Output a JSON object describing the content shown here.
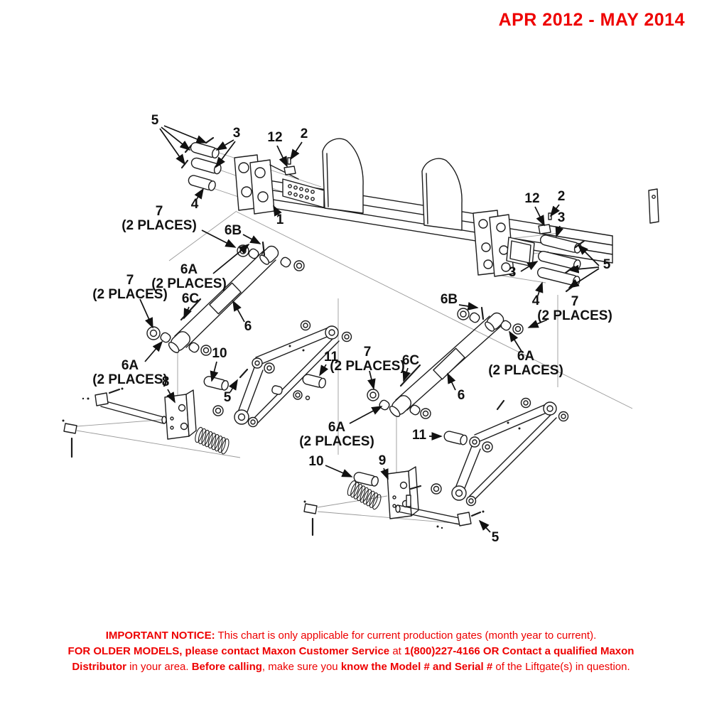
{
  "header": {
    "date_range": "APR 2012 - MAY 2014"
  },
  "diagram": {
    "title": "Liftgate main frame exploded parts view",
    "callouts": [
      {
        "label": "5"
      },
      {
        "label": "3"
      },
      {
        "label": "12"
      },
      {
        "label": "2"
      },
      {
        "label": "4"
      },
      {
        "label": "7",
        "note": "(2 PLACES)"
      },
      {
        "label": "1"
      },
      {
        "label": "6B"
      },
      {
        "label": "6A",
        "note": "(2 PLACES)"
      },
      {
        "label": "7",
        "note": "(2 PLACES)"
      },
      {
        "label": "6C"
      },
      {
        "label": "6"
      },
      {
        "label": "12"
      },
      {
        "label": "2"
      },
      {
        "label": "3"
      },
      {
        "label": "5"
      },
      {
        "label": "3"
      },
      {
        "label": "4"
      },
      {
        "label": "7",
        "note": "(2 PLACES)"
      },
      {
        "label": "6B"
      },
      {
        "label": "7",
        "note": "(2 PLACES)"
      },
      {
        "label": "6C"
      },
      {
        "label": "6A",
        "note": "(2 PLACES)"
      },
      {
        "label": "6"
      },
      {
        "label": "10"
      },
      {
        "label": "11"
      },
      {
        "label": "6A",
        "note": "(2 PLACES)"
      },
      {
        "label": "8"
      },
      {
        "label": "5"
      },
      {
        "label": "6A",
        "note": "(2 PLACES)"
      },
      {
        "label": "11"
      },
      {
        "label": "10"
      },
      {
        "label": "9"
      },
      {
        "label": "5"
      }
    ]
  },
  "footer": {
    "notice_label": "IMPORTANT NOTICE:",
    "notice_rest": " This chart is only applicable for current production gates (month year to current).",
    "older_bold1": "FOR OLDER MODELS, please contact Maxon Customer Service",
    "older_mid": " at ",
    "older_bold2": "1(800)227-4166 OR Contact a qualified Maxon",
    "line3_bold1": "Distributor",
    "line3_t1": " in your area. ",
    "line3_bold2": "Before calling",
    "line3_t2": ", make sure you ",
    "line3_bold3": "know the Model # and Serial #",
    "line3_t3": " of the Liftgate(s) in question."
  },
  "colors": {
    "red": "#ee0000",
    "ink": "#1c1c1c",
    "line_gray": "#9a9a9a"
  }
}
